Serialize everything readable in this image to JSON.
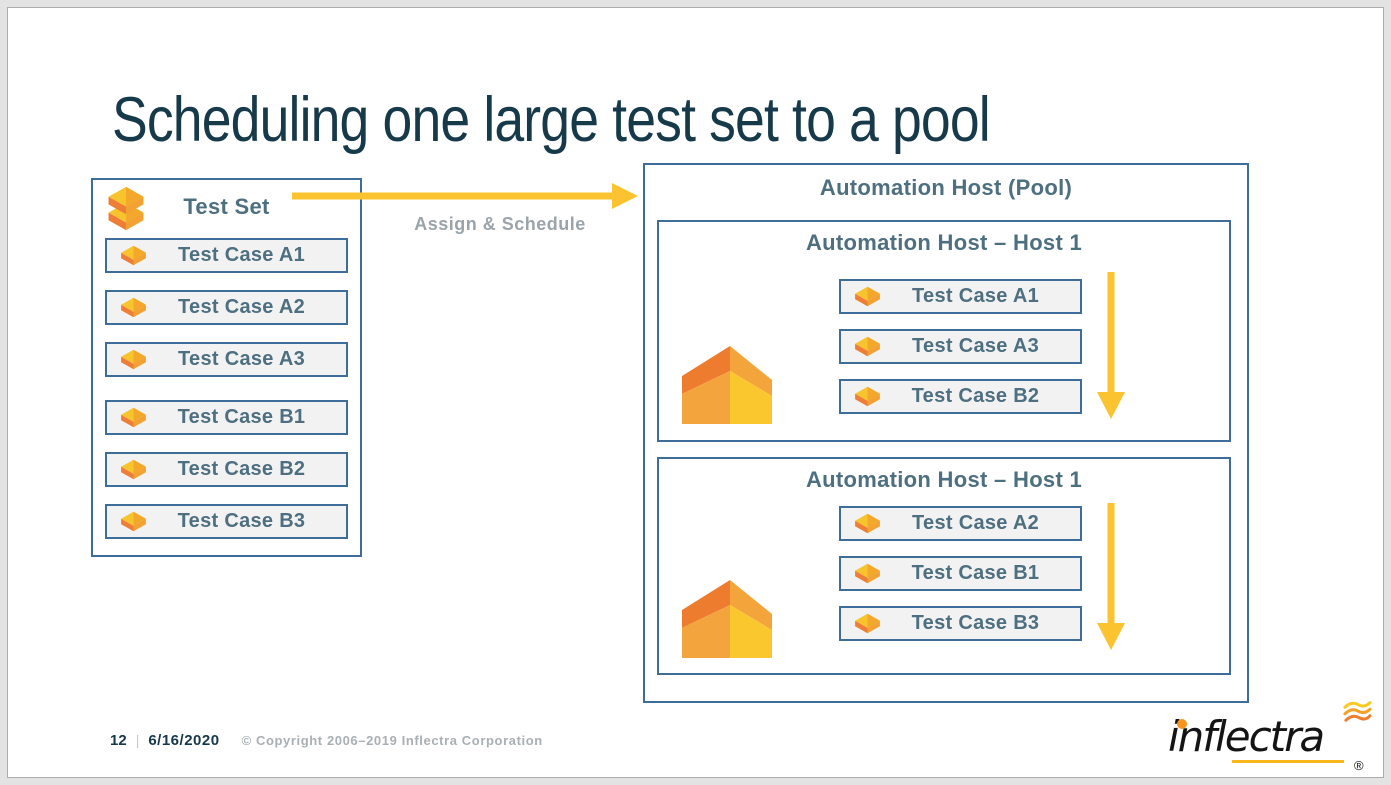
{
  "title": "Scheduling one large test set to a pool",
  "test_set_panel": {
    "title": "Test Set",
    "test_cases": [
      "Test Case A1",
      "Test Case A2",
      "Test Case A3",
      "Test Case B1",
      "Test Case B2",
      "Test Case B3"
    ]
  },
  "assign_arrow_label": "Assign & Schedule",
  "pool_panel": {
    "title": "Automation Host (Pool)",
    "hosts": [
      {
        "title": "Automation Host – Host 1",
        "test_cases": [
          "Test Case A1",
          "Test Case A3",
          "Test Case B2"
        ]
      },
      {
        "title": "Automation Host – Host 1",
        "test_cases": [
          "Test Case A2",
          "Test Case B1",
          "Test Case B3"
        ]
      }
    ]
  },
  "footer": {
    "page_number": "12",
    "separator": "|",
    "date": "6/16/2020",
    "copyright": "© Copyright 2006–2019 Inflectra Corporation"
  },
  "logo": {
    "brand": "inflectra",
    "registered_mark": "®"
  },
  "icons": {
    "test_set": "stacked-boxes-icon",
    "test_case": "box-icon",
    "host": "house-icon",
    "assign": "arrow-right-icon",
    "sequence": "arrow-down-icon"
  },
  "colors": {
    "accent_yellow": "#FBC32F",
    "border_blue": "#3F6D9A",
    "title_text": "#173A4A",
    "body_text": "#4E6F80",
    "muted_text": "#9AA4AA",
    "footer_text": "#A8B0B5",
    "row_background": "#F2F2F2",
    "icon_orange_dark": "#EE7C2F",
    "icon_orange": "#F3A43A",
    "icon_yellow": "#FBC72E"
  }
}
